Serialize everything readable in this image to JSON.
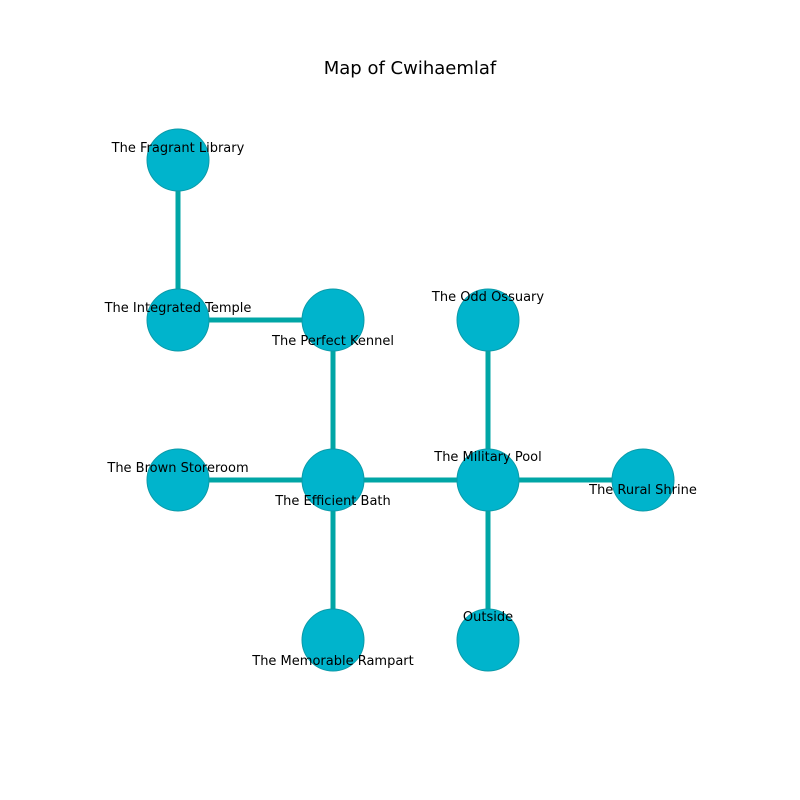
{
  "title": "Map of Cwihaemlaf",
  "colors": {
    "node_fill": "#00b4cc",
    "node_stroke": "#0a9aa8",
    "edge": "#00a6a6",
    "text": "#000000",
    "background": "#ffffff"
  },
  "nodes": [
    {
      "id": "fragrant_library",
      "label": "The Fragrant Library"
    },
    {
      "id": "integrated_temple",
      "label": "The Integrated Temple"
    },
    {
      "id": "perfect_kennel",
      "label": "The Perfect Kennel"
    },
    {
      "id": "odd_ossuary",
      "label": "The Odd Ossuary"
    },
    {
      "id": "brown_storeroom",
      "label": "The Brown Storeroom"
    },
    {
      "id": "efficient_bath",
      "label": "The Efficient Bath"
    },
    {
      "id": "military_pool",
      "label": "The Military Pool"
    },
    {
      "id": "rural_shrine",
      "label": "The Rural Shrine"
    },
    {
      "id": "memorable_rampart",
      "label": "The Memorable Rampart"
    },
    {
      "id": "outside",
      "label": "Outside"
    }
  ],
  "edges": [
    [
      "fragrant_library",
      "integrated_temple"
    ],
    [
      "integrated_temple",
      "perfect_kennel"
    ],
    [
      "perfect_kennel",
      "efficient_bath"
    ],
    [
      "brown_storeroom",
      "efficient_bath"
    ],
    [
      "efficient_bath",
      "military_pool"
    ],
    [
      "military_pool",
      "rural_shrine"
    ],
    [
      "odd_ossuary",
      "military_pool"
    ],
    [
      "military_pool",
      "outside"
    ],
    [
      "efficient_bath",
      "memorable_rampart"
    ]
  ]
}
